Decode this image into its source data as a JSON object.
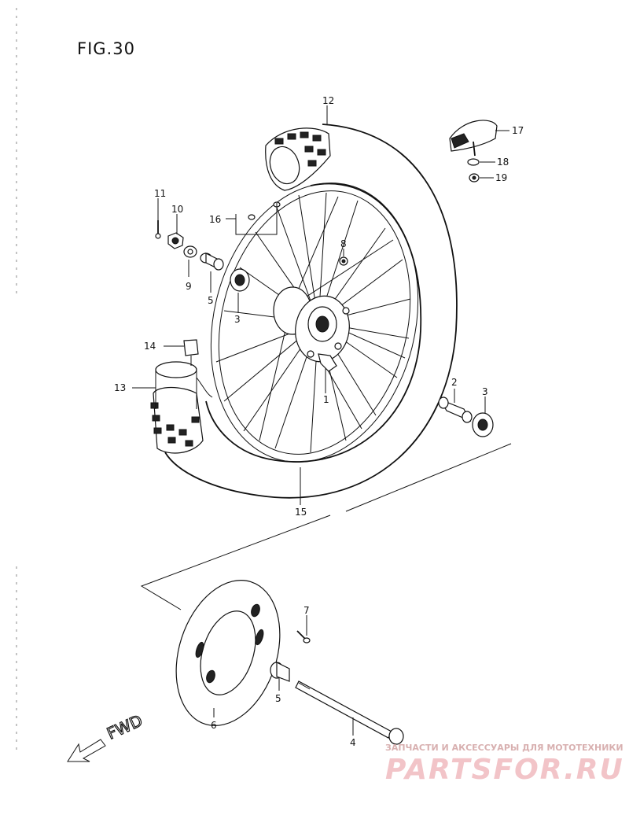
{
  "figure": {
    "title": "FIG.30",
    "fwd": "FWD"
  },
  "callouts": [
    {
      "id": "c1",
      "label": "1"
    },
    {
      "id": "c2",
      "label": "2"
    },
    {
      "id": "c3a",
      "label": "3"
    },
    {
      "id": "c3b",
      "label": "3"
    },
    {
      "id": "c4",
      "label": "4"
    },
    {
      "id": "c5a",
      "label": "5"
    },
    {
      "id": "c5b",
      "label": "5"
    },
    {
      "id": "c6",
      "label": "6"
    },
    {
      "id": "c7",
      "label": "7"
    },
    {
      "id": "c8",
      "label": "8"
    },
    {
      "id": "c9",
      "label": "9"
    },
    {
      "id": "c10",
      "label": "10"
    },
    {
      "id": "c11",
      "label": "11"
    },
    {
      "id": "c12",
      "label": "12"
    },
    {
      "id": "c13",
      "label": "13"
    },
    {
      "id": "c14",
      "label": "14"
    },
    {
      "id": "c15",
      "label": "15"
    },
    {
      "id": "c16",
      "label": "16"
    },
    {
      "id": "c17",
      "label": "17"
    },
    {
      "id": "c18",
      "label": "18"
    },
    {
      "id": "c19",
      "label": "19"
    }
  ],
  "watermark": {
    "tagline": "ЗАПЧАСТИ И АКСЕССУАРЫ ДЛЯ МОТОТЕХНИКИ",
    "brand": "PARTSFOR.RU"
  }
}
